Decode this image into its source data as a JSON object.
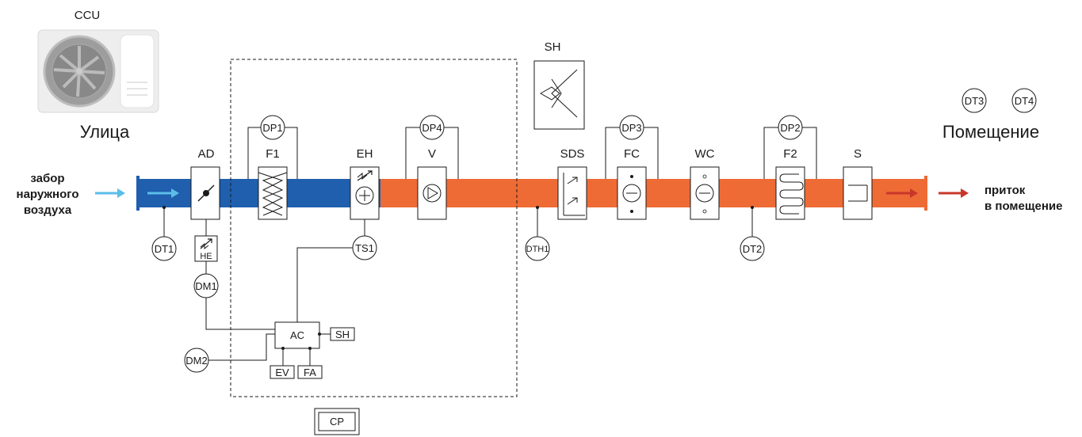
{
  "titles": {
    "ccu": "CCU",
    "street": "Улица",
    "room": "Помещение"
  },
  "intake": {
    "line1": "забор",
    "line2": "наружного",
    "line3": "воздуха"
  },
  "supply": {
    "line1": "приток",
    "line2": "в помещение"
  },
  "components": {
    "ad": "AD",
    "f1": "F1",
    "eh": "EH",
    "v": "V",
    "sh_top": "SH",
    "sds": "SDS",
    "fc": "FC",
    "wc": "WC",
    "f2": "F2",
    "s": "S"
  },
  "sensors": {
    "dp1": "DP1",
    "dp4": "DP4",
    "dp3": "DP3",
    "dp2": "DP2",
    "dt1": "DT1",
    "dt2": "DT2",
    "dt3": "DT3",
    "dt4": "DT4",
    "dth1": "DTH1",
    "ts1": "TS1",
    "dm1": "DM1",
    "dm2": "DM2"
  },
  "control": {
    "he": "HE",
    "ac": "AC",
    "sh": "SH",
    "ev": "EV",
    "fa": "FA",
    "cp": "CP"
  },
  "colors": {
    "cold_duct": "#1f5fae",
    "warm_duct": "#ee6b35",
    "intake_arrow": "#5bbde8",
    "supply_arrow": "#c8372b"
  }
}
